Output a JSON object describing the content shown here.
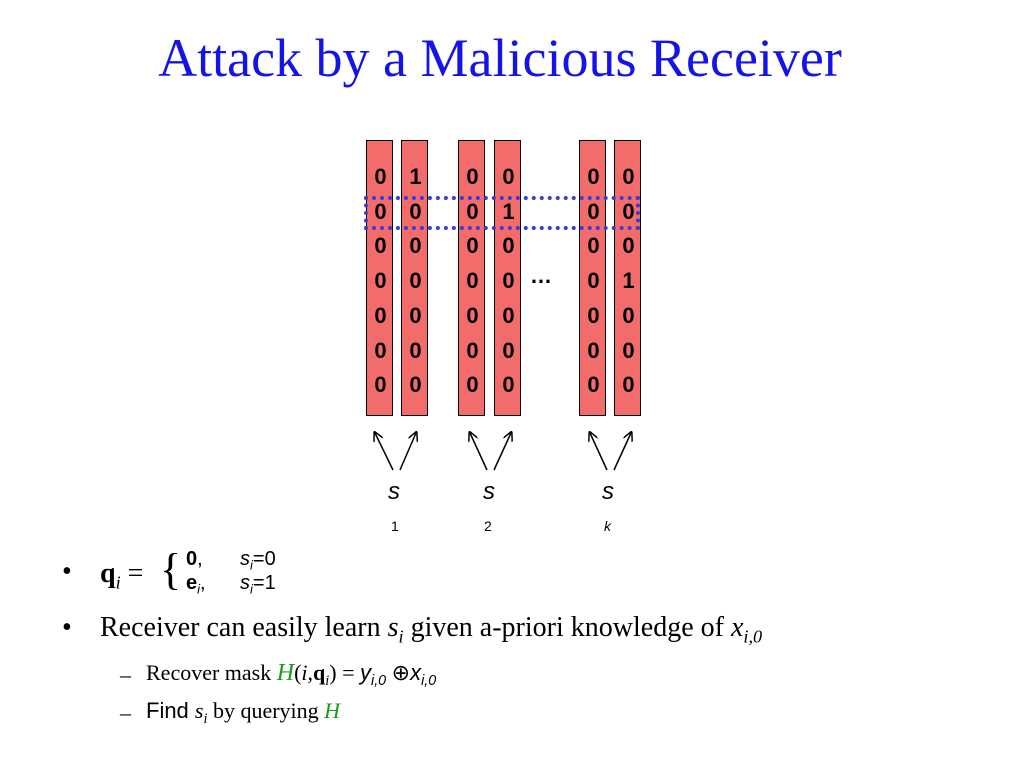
{
  "slide": {
    "title": "Attack by a Malicious Receiver"
  },
  "diagram": {
    "columns": [
      [
        "0",
        "0",
        "0",
        "0",
        "0",
        "0",
        "0"
      ],
      [
        "1",
        "0",
        "0",
        "0",
        "0",
        "0",
        "0"
      ],
      [
        "0",
        "0",
        "0",
        "0",
        "0",
        "0",
        "0"
      ],
      [
        "0",
        "1",
        "0",
        "0",
        "0",
        "0",
        "0"
      ],
      [
        "0",
        "0",
        "0",
        "0",
        "0",
        "0",
        "0"
      ],
      [
        "0",
        "0",
        "0",
        "1",
        "0",
        "0",
        "0"
      ]
    ],
    "ellipsis": "…",
    "secret_labels": [
      {
        "symbol": "s",
        "subscript": "1"
      },
      {
        "symbol": "s",
        "subscript": "2"
      },
      {
        "symbol": "s",
        "subscript": "k"
      }
    ]
  },
  "bullets": {
    "bullet_char": "•",
    "dash_char": "–",
    "q_def": {
      "q": "q",
      "i": "i",
      "eq": "=",
      "brace": "{",
      "case1_value": "0",
      "case1_comma": ",",
      "case1_cond_s": "s",
      "case1_cond_i": "i",
      "case1_cond_eq": "=0",
      "case2_value": "e",
      "case2_sub": "i",
      "case2_comma": ",",
      "case2_cond_s": "s",
      "case2_cond_i": "i",
      "case2_cond_eq": "=1"
    },
    "line2": {
      "text_a": "Receiver can easily learn ",
      "s": "s",
      "i": "i",
      "text_b": " given a-priori knowledge of ",
      "x": "x",
      "x_sub": "i,0"
    },
    "line3": {
      "text_a": "Recover mask ",
      "H": "H",
      "paren_open": "(",
      "i": "i",
      "comma": ",",
      "q": "q",
      "q_sub": "i",
      "paren_close": ")",
      "eq": " = ",
      "y": "y",
      "y_sub": "i,0",
      "oplus": " ⊕",
      "x": "x",
      "x_sub": "i,0"
    },
    "line4": {
      "text_a": "Find ",
      "s": "s",
      "i": "i",
      "text_b": " by querying ",
      "H": "H"
    }
  },
  "colors": {
    "title": "#1414e6",
    "column_fill": "#f26c6c",
    "selection_border": "#3c3cd2",
    "mask_symbol": "#1a9c1a"
  }
}
